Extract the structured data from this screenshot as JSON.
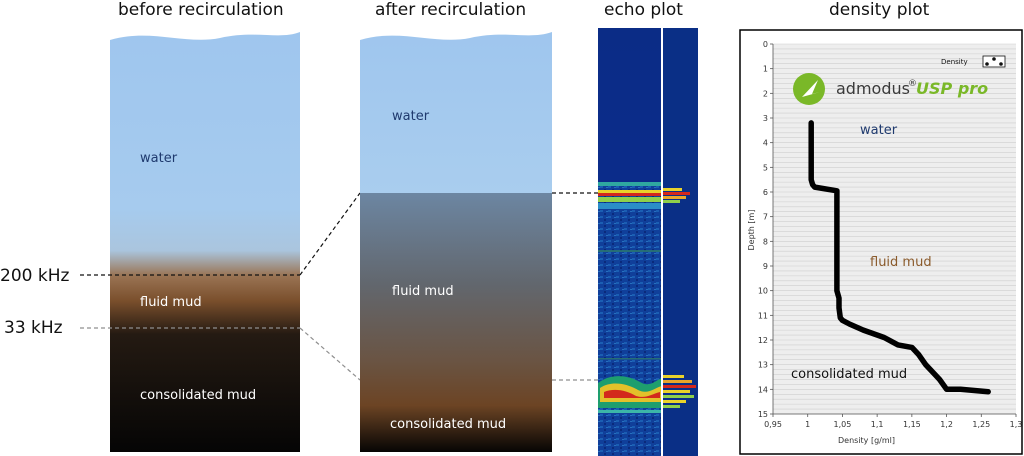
{
  "headings": {
    "before": "before recirculation",
    "after": "after recirculation",
    "echo": "echo plot",
    "density": "density plot"
  },
  "before_column": {
    "water": "water",
    "fluid_mud": "fluid mud",
    "consolidated_mud": "consolidated mud"
  },
  "after_column": {
    "water": "water",
    "fluid_mud": "fluid mud",
    "consolidated_mud": "consolidated mud"
  },
  "frequency_labels": {
    "high": "200 kHz",
    "low": "33 kHz"
  },
  "density_panel": {
    "brand_name": "admodus",
    "brand_registered": "®",
    "brand_product": "USP pro",
    "legend_label": "Density",
    "layer_water": "water",
    "layer_fluid_mud": "fluid mud",
    "layer_consolidated_mud": "consolidated mud",
    "colors": {
      "brand_green": "#7ab828",
      "water_text": "#1f3a6e",
      "fluid_mud_text": "#8a5a2b"
    }
  },
  "chart_data": {
    "type": "line",
    "xlabel": "Density [g/ml]",
    "ylabel": "Depth [m]",
    "xlim": [
      0.95,
      1.3
    ],
    "ylim": [
      15,
      0
    ],
    "x_ticks": [
      "0,95",
      "1",
      "1,05",
      "1,1",
      "1,15",
      "1,2",
      "1,25",
      "1,3"
    ],
    "y_ticks": [
      "0",
      "1",
      "2",
      "3",
      "4",
      "5",
      "6",
      "7",
      "8",
      "9",
      "10",
      "11",
      "12",
      "13",
      "14",
      "15"
    ],
    "grid": true,
    "series": [
      {
        "name": "Density",
        "x": [
          1.005,
          1.005,
          1.007,
          1.01,
          1.042,
          1.042,
          1.042,
          1.042,
          1.042,
          1.045,
          1.045,
          1.047,
          1.05,
          1.06,
          1.08,
          1.11,
          1.13,
          1.14,
          1.15,
          1.16,
          1.17,
          1.18,
          1.19,
          1.2,
          1.22,
          1.26
        ],
        "y": [
          3.2,
          5.5,
          5.7,
          5.8,
          5.95,
          6.5,
          8.0,
          9.5,
          10.0,
          10.3,
          10.7,
          11.1,
          11.2,
          11.35,
          11.6,
          11.9,
          12.2,
          12.25,
          12.3,
          12.6,
          13.0,
          13.3,
          13.6,
          14.0,
          14.0,
          14.1
        ]
      }
    ]
  }
}
